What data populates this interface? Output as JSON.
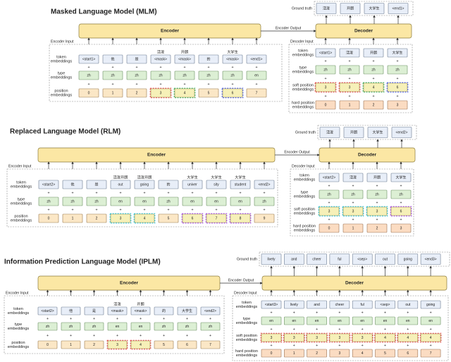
{
  "mlm": {
    "title": "Masked Language Model (MLM)",
    "encoder": "Encoder",
    "decoder": "Decoder",
    "encoder_input": "Encoder Input",
    "encoder_output": "Encoder Output",
    "decoder_input": "Decoder Input",
    "ground_truth_label": "Ground truth",
    "ground_truth": [
      "活泼",
      "开朗",
      "大学生",
      "<end1>"
    ],
    "row_labels": [
      "token embeddings",
      "type embeddings",
      "position embeddings"
    ],
    "dec_row_labels": [
      "token embeddings",
      "type embeddings",
      "soft position embeddings",
      "hard position embeddings"
    ],
    "enc_above": [
      "",
      "",
      "",
      "活泼",
      "开朗",
      "",
      "大学生",
      ""
    ],
    "enc_tokens": [
      "<start1>",
      "他",
      "是",
      "<mask>",
      "<mask>",
      "的",
      "<mask>",
      "<end1>"
    ],
    "enc_types": [
      "zh",
      "zh",
      "zh",
      "zh",
      "zh",
      "zh",
      "zh",
      "en"
    ],
    "enc_pos": [
      "0",
      "1",
      "2",
      "3",
      "4",
      "5",
      "6",
      "7"
    ],
    "dec_tokens": [
      "<start1>",
      "活泼",
      "开朗",
      "大学生"
    ],
    "dec_types": [
      "zh",
      "zh",
      "zh",
      "zh"
    ],
    "dec_soft": [
      "3",
      "3",
      "4",
      "6"
    ],
    "dec_hard": [
      "0",
      "1",
      "2",
      "3"
    ]
  },
  "rlm": {
    "title": "Replaced Language Model (RLM)",
    "encoder": "Encoder",
    "decoder": "Decoder",
    "encoder_input": "Encoder Input",
    "encoder_output": "Encoder Output",
    "decoder_input": "Decoder Input",
    "ground_truth_label": "Ground truth",
    "ground_truth": [
      "活泼",
      "开朗",
      "大学生",
      "<end2>"
    ],
    "row_labels": [
      "token embeddings",
      "type embeddings",
      "position embeddings"
    ],
    "dec_row_labels": [
      "token embeddings",
      "type embeddings",
      "soft position embeddings",
      "hard position embeddings"
    ],
    "enc_above": [
      "",
      "",
      "",
      "活泼开朗",
      "活泼开朗",
      "",
      "大学生",
      "大学生",
      "大学生",
      ""
    ],
    "enc_tokens": [
      "<start2>",
      "他",
      "是",
      "out",
      "going",
      "的",
      "univer",
      "sity",
      "student",
      "<end2>"
    ],
    "enc_types": [
      "zh",
      "zh",
      "zh",
      "en",
      "en",
      "zh",
      "en",
      "en",
      "en",
      "zh"
    ],
    "enc_pos": [
      "0",
      "1",
      "2",
      "3",
      "4",
      "5",
      "6",
      "7",
      "8",
      "9"
    ],
    "dec_tokens": [
      "<start2>",
      "活泼",
      "开朗",
      "大学生"
    ],
    "dec_types": [
      "zh",
      "zh",
      "zh",
      "zh"
    ],
    "dec_soft": [
      "3",
      "3",
      "3",
      "6"
    ],
    "dec_hard": [
      "0",
      "1",
      "2",
      "3"
    ]
  },
  "iplm": {
    "title": "Information Prediction Language Model (IPLM)",
    "encoder": "Encoder",
    "decoder": "Decoder",
    "encoder_input": "Encoder Input",
    "encoder_output": "Encoder Output",
    "decoder_input": "Decoder Input",
    "ground_truth_label": "Ground truth",
    "ground_truth": [
      "lively",
      "and",
      "cheer",
      "ful",
      "<sep>",
      "out",
      "going",
      "<end3>"
    ],
    "row_labels": [
      "token embeddings",
      "type embeddings",
      "position embeddings"
    ],
    "dec_row_labels": [
      "token embeddings",
      "type embeddings",
      "soft position embeddings",
      "hard position embeddings"
    ],
    "enc_above": [
      "",
      "",
      "",
      "活泼",
      "开朗",
      "",
      "",
      ""
    ],
    "enc_tokens": [
      "<start2>",
      "他",
      "是",
      "<mask>",
      "<mask>",
      "的",
      "大学生",
      "<end2>"
    ],
    "enc_types": [
      "zh",
      "zh",
      "zh",
      "en",
      "en",
      "zh",
      "zh",
      "zh"
    ],
    "enc_pos": [
      "0",
      "1",
      "2",
      "3",
      "4",
      "5",
      "6",
      "7"
    ],
    "dec_tokens": [
      "<start3>",
      "lively",
      "and",
      "cheer",
      "ful",
      "<sep>",
      "out",
      "going"
    ],
    "dec_types": [
      "en",
      "en",
      "en",
      "en",
      "en",
      "en",
      "en",
      "en"
    ],
    "dec_soft": [
      "3",
      "3",
      "3",
      "3",
      "3",
      "4",
      "4",
      "4"
    ],
    "dec_hard": [
      "0",
      "1",
      "2",
      "3",
      "4",
      "5",
      "6",
      "7"
    ]
  }
}
